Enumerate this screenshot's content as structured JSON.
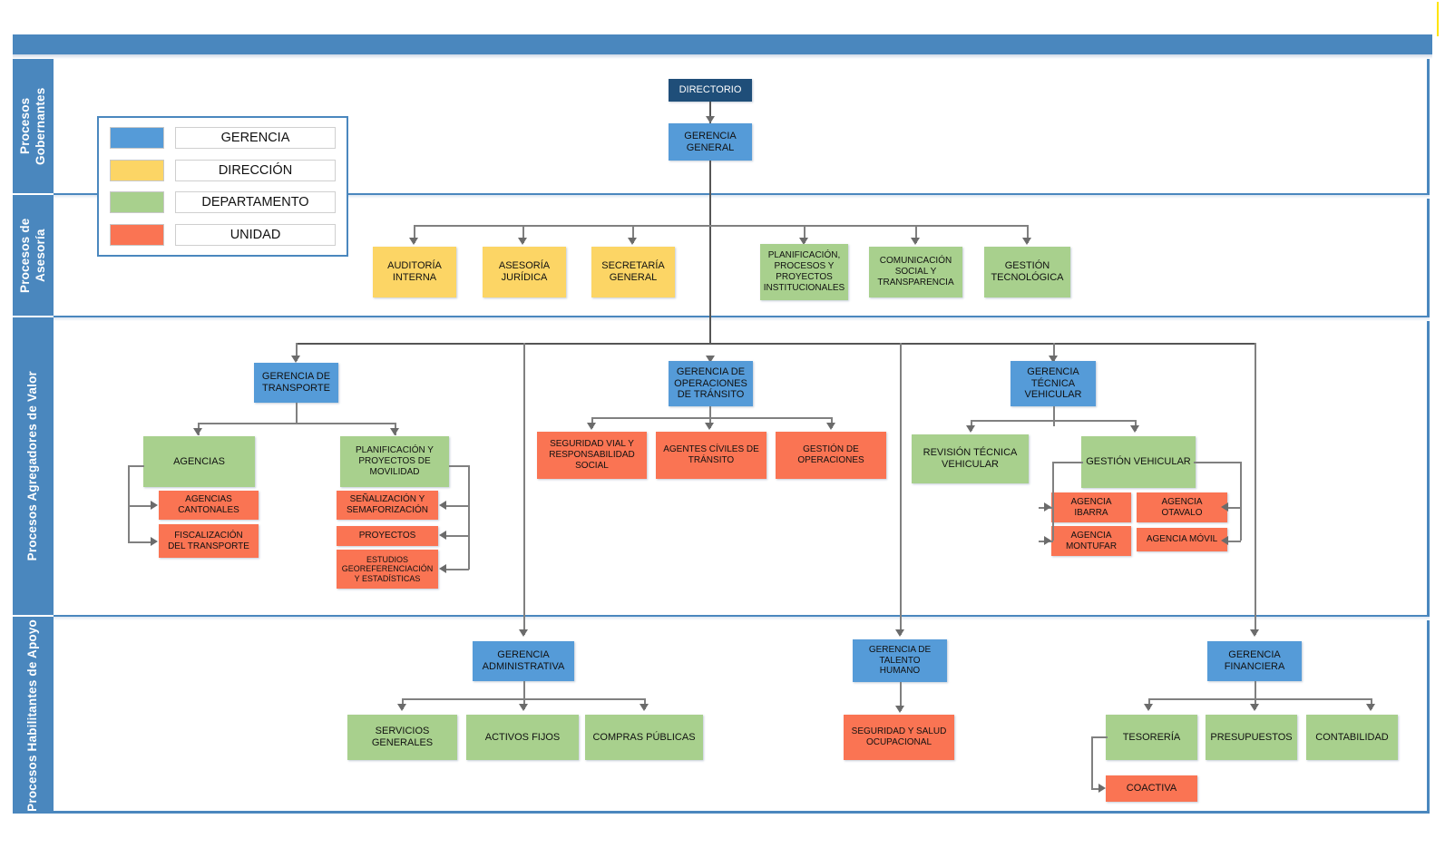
{
  "sections": [
    {
      "key": "gobernantes",
      "label": "Procesos Gobernantes"
    },
    {
      "key": "asesoria",
      "label": "Procesos de Asesoría"
    },
    {
      "key": "valor",
      "label": "Procesos Agregadores de Valor"
    },
    {
      "key": "apoyo",
      "label": "Procesos Habilitantes de Apoyo"
    }
  ],
  "legend": {
    "items": [
      {
        "label": "GERENCIA",
        "color": "#559BD8"
      },
      {
        "label": "DIRECCIÓN",
        "color": "#FCD565"
      },
      {
        "label": "DEPARTAMENTO",
        "color": "#A8D08D"
      },
      {
        "label": "UNIDAD",
        "color": "#FA7453"
      }
    ]
  },
  "palette": {
    "directorio": "#1F4E79",
    "gerencia": "#559BD8",
    "direccion": "#FCD565",
    "departamento": "#A8D08D",
    "unidad": "#FA7453",
    "band": "#4A87BE",
    "connector": "#808080"
  },
  "nodes": {
    "directorio": "DIRECTORIO",
    "gerencia_general": "GERENCIA\nGENERAL",
    "auditoria_interna": "AUDITORÍA\nINTERNA",
    "asesoria_juridica": "ASESORÍA\nJURÍDICA",
    "secretaria_general": "SECRETARÍA\nGENERAL",
    "planificacion_procesos": "PLANIFICACIÓN,\nPROCESOS Y\nPROYECTOS\nINSTITUCIONALES",
    "comunicacion_social": "COMUNICACIÓN\nSOCIAL Y\nTRANSPARENCIA",
    "gestion_tecnologica": "GESTIÓN\nTECNOLÓGICA",
    "gerencia_transporte": "GERENCIA DE\nTRANSPORTE",
    "agencias": "AGENCIAS",
    "agencias_cantonales": "AGENCIAS\nCANTONALES",
    "fiscalizacion_transporte": "FISCALIZACIÓN\nDEL TRANSPORTE",
    "planificacion_movilidad": "PLANIFICACIÓN Y\nPROYECTOS DE\nMOVILIDAD",
    "senalizacion": "SEÑALIZACIÓN Y\nSEMAFORIZACIÓN",
    "proyectos": "PROYECTOS",
    "estudios_geo": "ESTUDIOS\nGEOREFERENCIACIÓN\nY ESTADÍSTICAS",
    "gerencia_operaciones": "GERENCIA DE\nOPERACIONES\nDE TRÁNSITO",
    "seguridad_vial": "SEGURIDAD VIAL Y\nRESPONSABILIDAD\nSOCIAL",
    "agentes_civiles": "AGENTES CÍVILES DE\nTRÁNSITO",
    "gestion_operaciones": "GESTIÓN DE\nOPERACIONES",
    "gerencia_tecnica_vehicular": "GERENCIA\nTÉCNICA\nVEHICULAR",
    "revision_tecnica": "REVISIÓN TÉCNICA\nVEHICULAR",
    "gestion_vehicular": "GESTIÓN VEHICULAR",
    "agencia_ibarra": "AGENCIA\nIBARRA",
    "agencia_otavalo": "AGENCIA\nOTAVALO",
    "agencia_montufar": "AGENCIA\nMONTUFAR",
    "agencia_movil": "AGENCIA MÓVIL",
    "gerencia_administrativa": "GERENCIA\nADMINISTRATIVA",
    "servicios_generales": "SERVICIOS\nGENERALES",
    "activos_fijos": "ACTIVOS FIJOS",
    "compras_publicas": "COMPRAS PÚBLICAS",
    "gerencia_talento_humano": "GERENCIA DE\nTALENTO\nHUMANO",
    "seguridad_salud": "SEGURIDAD Y SALUD\nOCUPACIONAL",
    "gerencia_financiera": "GERENCIA\nFINANCIERA",
    "tesoreria": "TESORERÍA",
    "presupuestos": "PRESUPUESTOS",
    "contabilidad": "CONTABILIDAD",
    "coactiva": "COACTIVA"
  }
}
